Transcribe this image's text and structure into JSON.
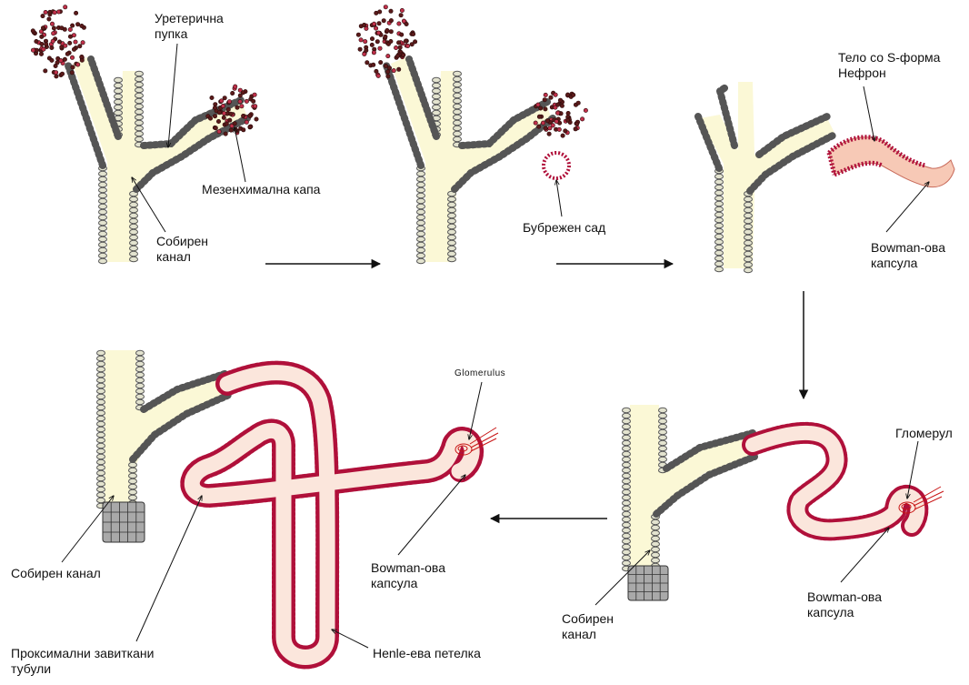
{
  "labels": {
    "ureteric_bud_l1": "Уретерична",
    "ureteric_bud_l2": "пупка",
    "cap_mesenchyme": "Мезенхимална капа",
    "collecting_duct_1_l1": "Собирен",
    "collecting_duct_1_l2": "канал",
    "renal_vesicle": "Бубрежен сад",
    "s_shaped_body_l1": "Тело со S-форма",
    "s_shaped_body_l2": "Нефрон",
    "bowman_capsule_1_l1": "Bowman-ова",
    "bowman_capsule_1_l2": "капсула",
    "glomerulus_mk": "Гломерул",
    "bowman_capsule_2_l1": "Bowman-ова",
    "bowman_capsule_2_l2": "капсула",
    "collecting_duct_2_l1": "Собирен",
    "collecting_duct_2_l2": "канал",
    "glomerulus_en": "Glomerulus",
    "collecting_duct_3": "Собирен канал",
    "bowman_capsule_3_l1": "Bowman-ова",
    "bowman_capsule_3_l2": "капсула",
    "pct_l1": "Проксимални завиткани",
    "pct_l2": "тубули",
    "henle_loop": "Henle-ева петелка"
  },
  "colors": {
    "duct_fill": "#fbf8d6",
    "duct_cell": "#d9d9c6",
    "nephron_fill": "#fbe6dc",
    "nephron_dot": "#b0103a",
    "mesenchyme": "#7a1a22",
    "s_body_fill": "#f7c9b6",
    "grid_fill": "#a9a9a9"
  }
}
